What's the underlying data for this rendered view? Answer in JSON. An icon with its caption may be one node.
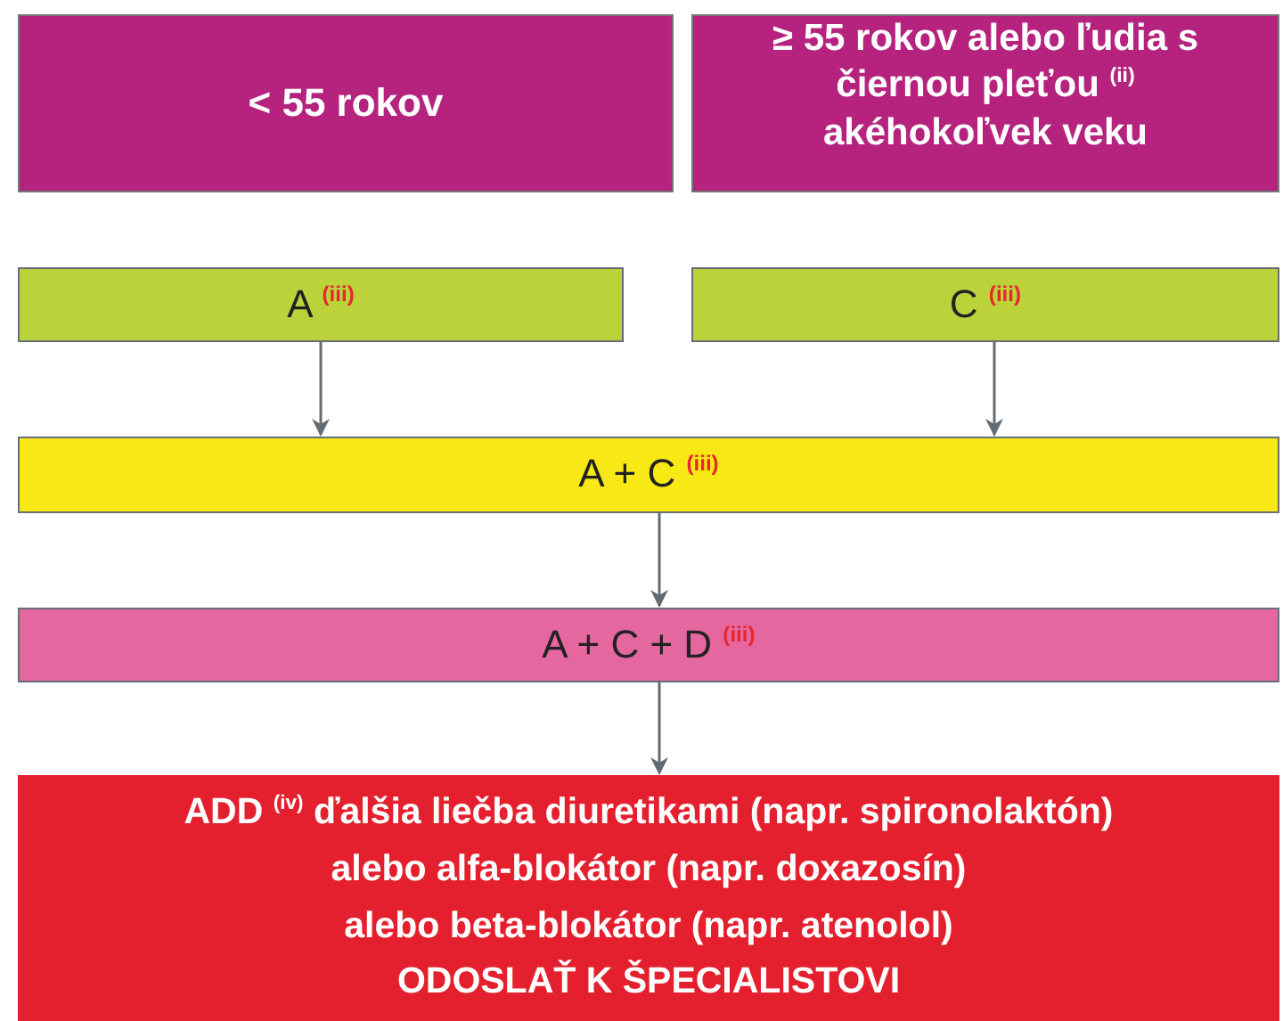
{
  "diagram": {
    "nodes": [
      {
        "text": [
          "< 55 rokov"
        ]
      },
      {
        "text": [
          "≥ 55 rokov alebo ľudia s čiernou pleťou $^{(ii)}$ akéhokoľvek veku"
        ]
      },
      {
        "text": [
          "A $^{(iii)}$"
        ]
      },
      {
        "text": [
          "C $^{(iii)}$"
        ]
      },
      {
        "text": [
          "A + C $^{(iii)}$"
        ]
      },
      {
        "text": [
          "A + C + D $^{(iii)}$"
        ]
      },
      {
        "text": [
          "ADD $^{(iv)}$ ďalšia liečba diuretikami (napr. spironolaktón)",
          "alebo alfa-blokátor (napr. doxazosín)",
          "alebo beta-blokátor (napr. atenolol)",
          "ODOSLAŤ K ŠPECIALISTOVI"
        ]
      }
    ],
    "edges": [
      {
        "from": 2,
        "to": 4,
        "arrow": "to"
      },
      {
        "from": 3,
        "to": 4,
        "arrow": "to"
      },
      {
        "from": 4,
        "to": 5,
        "arrow": "to"
      },
      {
        "from": 5,
        "to": 6,
        "arrow": "to"
      }
    ]
  }
}
